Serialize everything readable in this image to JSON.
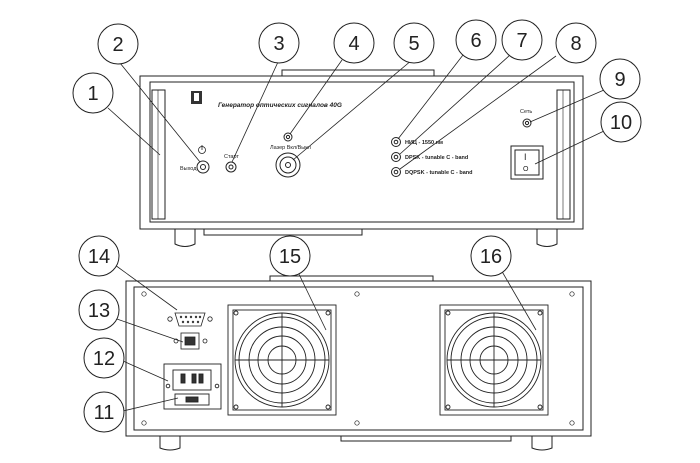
{
  "front_panel": {
    "title": "Генератор оптических сигналов 40G",
    "output_label": "Выход",
    "standby_label": "Старт",
    "laser_label": "Лазер Вкл/Выкл",
    "port_labels": [
      "НИЦ - 1550 нм",
      "DPSK - tunable C - band",
      "DQPSK - tunable C - band"
    ],
    "network_label": "Сеть",
    "switch_symbol": "I",
    "switch_symbol_off": "O"
  },
  "callouts": [
    "1",
    "2",
    "3",
    "4",
    "5",
    "6",
    "7",
    "8",
    "9",
    "10",
    "11",
    "12",
    "13",
    "14",
    "15",
    "16"
  ]
}
